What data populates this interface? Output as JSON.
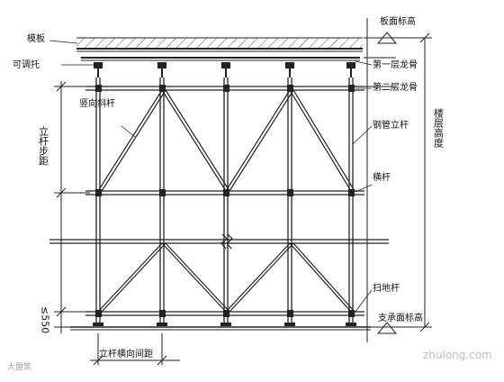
{
  "labels": {
    "formwork": "模板",
    "adjustable_support": "可调托",
    "vertical_brace": "竖向斜杆",
    "post_step": "立杆步距",
    "slab_elevation": "板面标高",
    "first_joist": "第一层龙骨",
    "second_joist": "第二层龙骨",
    "steel_post": "钢管立杆",
    "ledger": "横杆",
    "floor_height": "楼层高度",
    "sweep_bar": "扫地杆",
    "base_elevation": "支承面标高",
    "post_spacing": "立杆横向间距",
    "bottom_dim": "≤550"
  },
  "watermarks": {
    "left": "大盟筑",
    "right": "zhulong.com"
  }
}
